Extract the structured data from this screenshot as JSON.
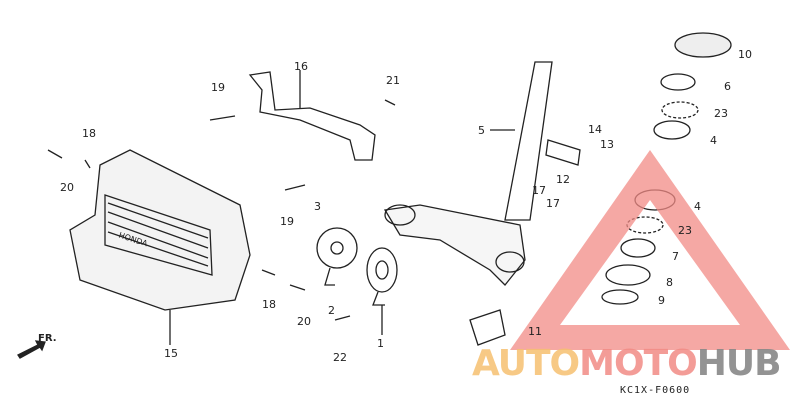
{
  "callouts": [
    "10",
    "6",
    "23",
    "4",
    "4",
    "23",
    "7",
    "8",
    "9",
    "11",
    "1",
    "2",
    "22",
    "20",
    "18",
    "19",
    "3",
    "16",
    "19",
    "21",
    "5",
    "14",
    "13",
    "12",
    "17",
    "17",
    "18",
    "20",
    "15"
  ],
  "front_marker": "FR.",
  "diagram_code": "KC1X-F0600",
  "watermark": {
    "part1": "AUTO",
    "part2": "MOTO",
    "part3": "HUB",
    "colors": [
      "#f6c070",
      "#f28b85",
      "#888888"
    ]
  },
  "emblem_text": "HONDA"
}
